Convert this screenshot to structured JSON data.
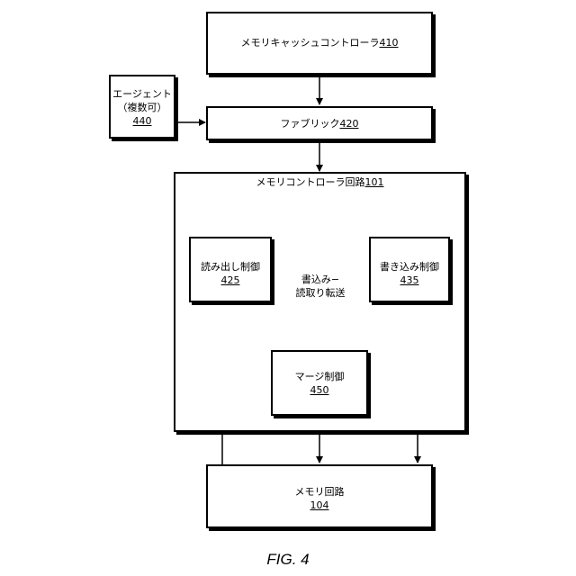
{
  "cache_controller": {
    "name": "メモリキャッシュコントローラ",
    "ref": "410"
  },
  "fabric": {
    "name": "ファブリック",
    "ref": "420"
  },
  "agent": {
    "name_line1": "エージェント",
    "name_line2": "（複数可）",
    "ref": "440"
  },
  "memory_controller": {
    "name": "メモリコントローラ回路",
    "ref": "101"
  },
  "read_control": {
    "name": "読み出し制御",
    "ref": "425"
  },
  "write_control": {
    "name": "書き込み制御",
    "ref": "435"
  },
  "write_read_transfer": {
    "line1": "書込み−",
    "line2": "読取り転送"
  },
  "merge_control": {
    "name": "マージ制御",
    "ref": "450"
  },
  "memory_circuit": {
    "name": "メモリ回路",
    "ref": "104"
  },
  "figure_caption": "FIG. 4"
}
